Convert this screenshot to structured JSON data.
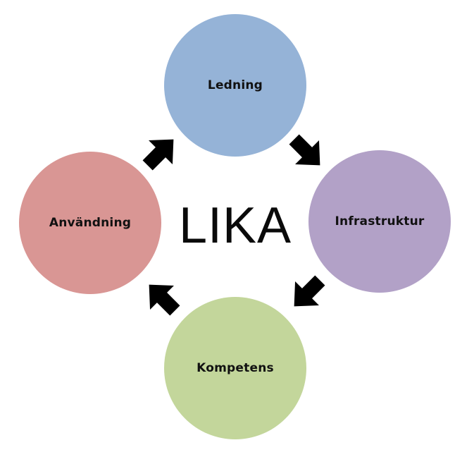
{
  "diagram": {
    "center_label": "LIKA",
    "nodes": [
      {
        "id": "ledning",
        "label": "Ledning",
        "color": "#95b3d7"
      },
      {
        "id": "infrastruktur",
        "label": "Infrastruktur",
        "color": "#b2a1c7"
      },
      {
        "id": "kompetens",
        "label": "Kompetens",
        "color": "#c3d69b"
      },
      {
        "id": "anvandning",
        "label": "Användning",
        "color": "#d99694"
      }
    ],
    "arrow_color": "#000000"
  }
}
